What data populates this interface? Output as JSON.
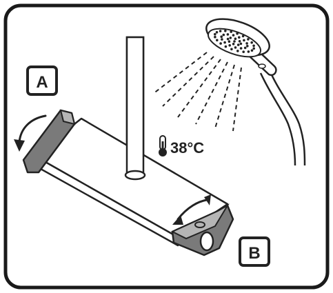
{
  "labels": {
    "a": "A",
    "b": "B"
  },
  "temperature": {
    "value_text": "38°C",
    "icon": "thermometer-icon"
  },
  "icons": {
    "left_rotation": "curved-arrow-icon",
    "right_rotation": "double-arrow-icon",
    "shower_head": "shower-head-icon"
  },
  "colors": {
    "frame": "#1a1a1a",
    "line": "#222222",
    "handle_fill": "#7a7a7a",
    "handle_light": "#b5b5b5",
    "body_fill": "#ffffff",
    "background": "#ffffff"
  }
}
